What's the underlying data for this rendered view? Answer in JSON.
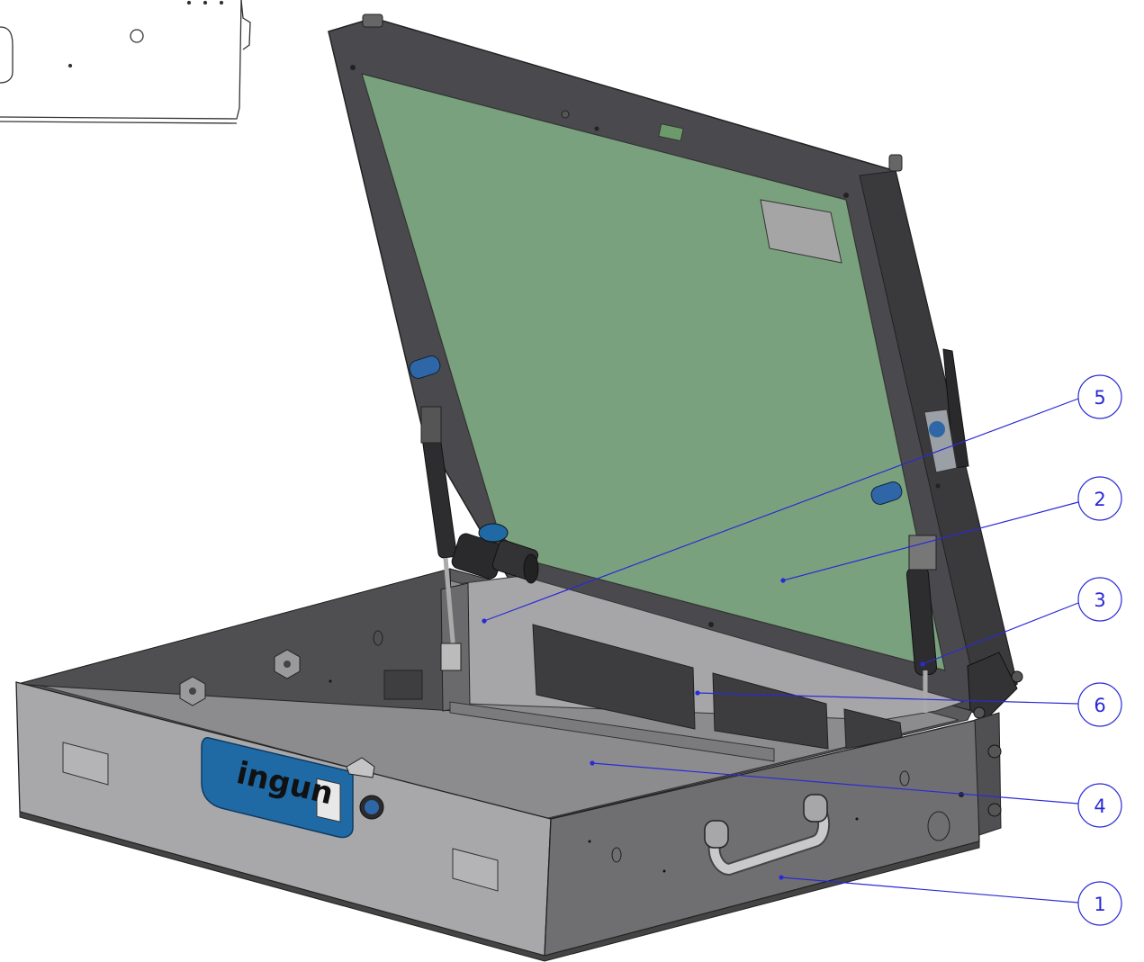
{
  "brand": {
    "logo_text": "ingun"
  },
  "callouts": [
    {
      "label": "1"
    },
    {
      "label": "2"
    },
    {
      "label": "3"
    },
    {
      "label": "4"
    },
    {
      "label": "5"
    },
    {
      "label": "6"
    }
  ],
  "colors": {
    "callout_line": "#2a2ad6",
    "pcb_green": "#7aa17d",
    "frame_dark": "#4a4a4e",
    "body_front": "#a8a8ab",
    "body_side": "#6f6f72",
    "floor": "#8c8c8f",
    "latch_blue": "#1f6aa5",
    "pin_blue": "#2e66a8"
  }
}
